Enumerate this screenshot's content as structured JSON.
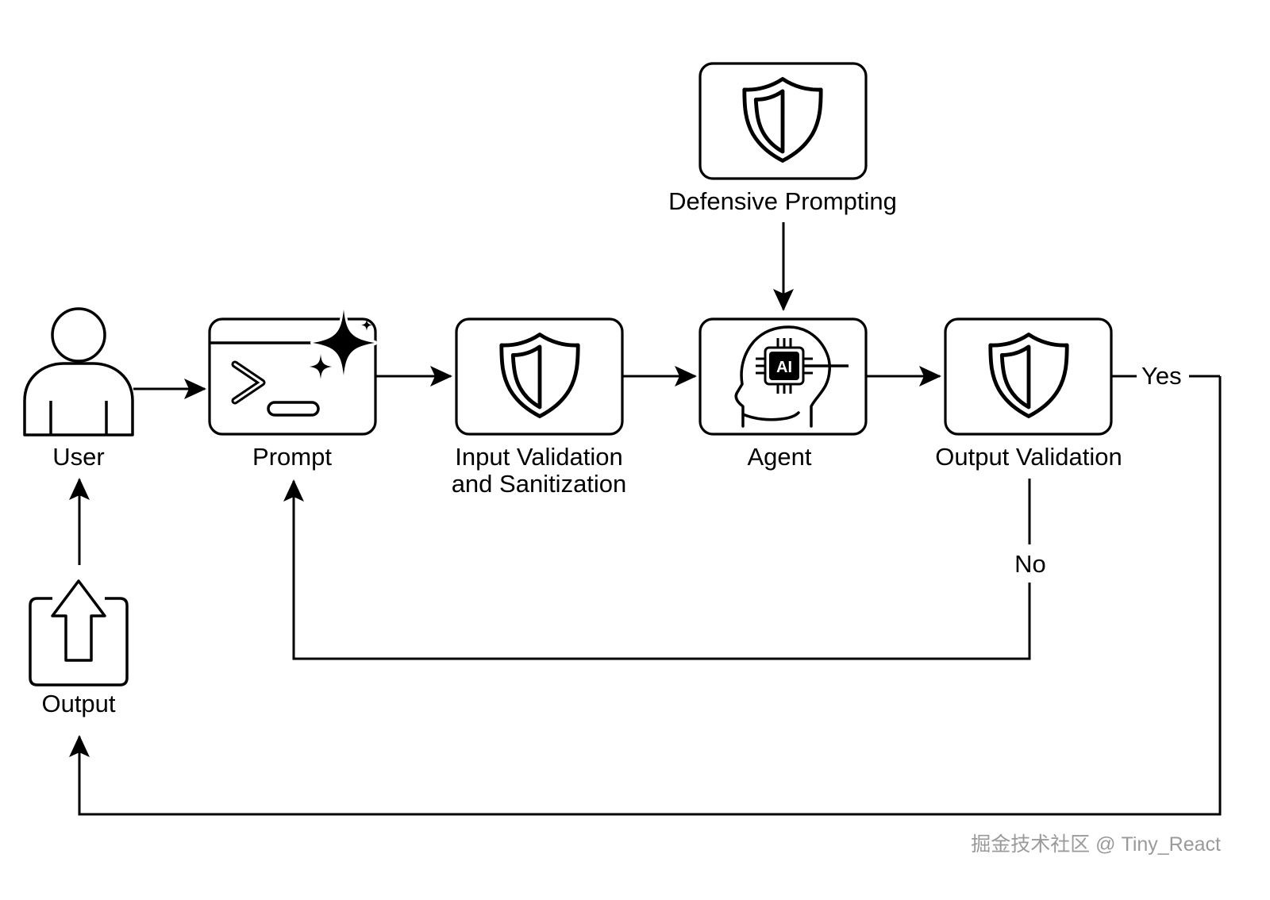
{
  "nodes": {
    "user": {
      "label": "User",
      "icon": "user-icon"
    },
    "prompt": {
      "label": "Prompt",
      "icon": "terminal-sparkle-icon"
    },
    "input_validation": {
      "label_line1": "Input Validation",
      "label_line2": "and Sanitization",
      "icon": "shield-icon"
    },
    "agent": {
      "label": "Agent",
      "icon": "ai-head-icon",
      "chip_text": "AI"
    },
    "output_validation": {
      "label": "Output Validation",
      "icon": "shield-icon"
    },
    "defensive_prompting": {
      "label": "Defensive Prompting",
      "icon": "shield-icon"
    },
    "output": {
      "label": "Output",
      "icon": "upload-arrow-icon"
    }
  },
  "edges": [
    {
      "from": "User",
      "to": "Prompt"
    },
    {
      "from": "Prompt",
      "to": "Input Validation and Sanitization"
    },
    {
      "from": "Input Validation and Sanitization",
      "to": "Agent"
    },
    {
      "from": "Defensive Prompting",
      "to": "Agent"
    },
    {
      "from": "Agent",
      "to": "Output Validation"
    },
    {
      "from": "Output Validation",
      "to": "Output",
      "label": "Yes"
    },
    {
      "from": "Output Validation",
      "to": "Prompt",
      "label": "No"
    },
    {
      "from": "Output",
      "to": "User"
    }
  ],
  "edge_labels": {
    "yes": "Yes",
    "no": "No"
  },
  "watermark": "掘金技术社区 @ Tiny_React",
  "colors": {
    "stroke": "#000000",
    "background": "#ffffff",
    "watermark": "#9a9a9a"
  }
}
